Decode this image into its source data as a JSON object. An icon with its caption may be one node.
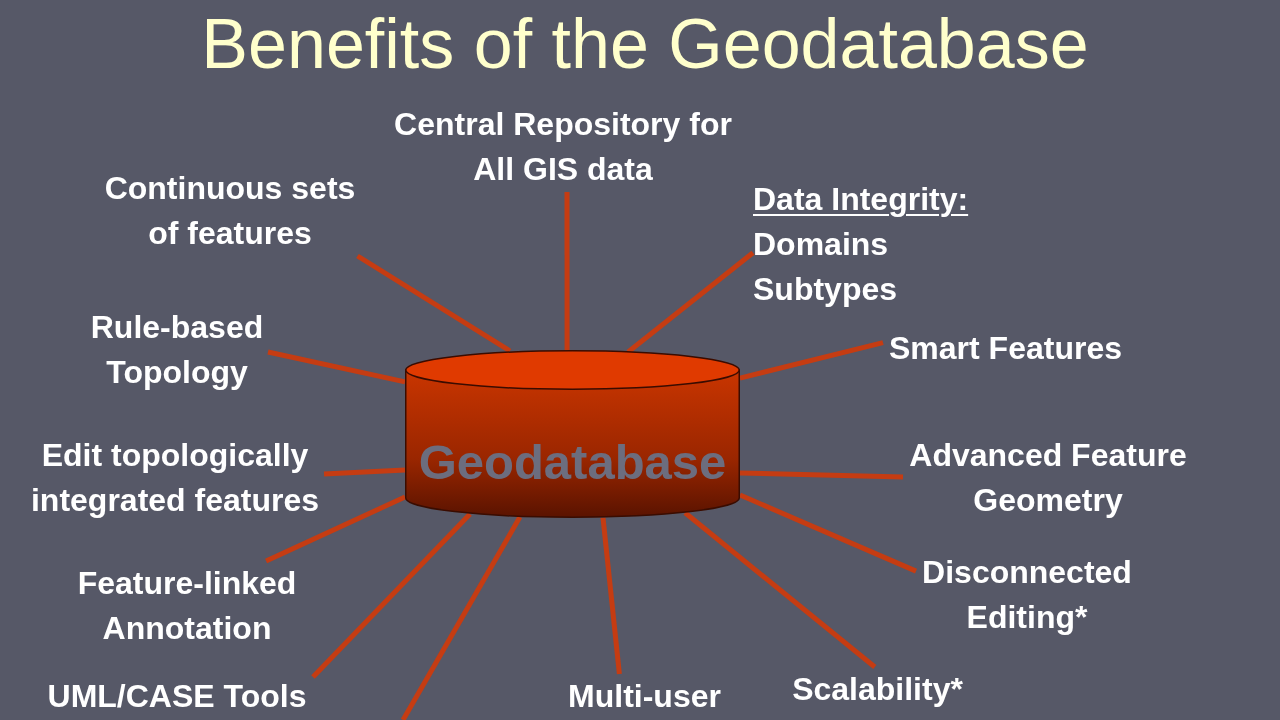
{
  "diagram": {
    "title": "Benefits of the Geodatabase",
    "nodes": [
      {
        "text": [
          "Central Repository for All GIS data"
        ]
      },
      {
        "text": [
          "Continuous sets of features"
        ]
      },
      {
        "text": [
          "Data Integrity:",
          "Domains",
          "Subtypes"
        ]
      },
      {
        "text": [
          "Rule-based Topology"
        ]
      },
      {
        "text": [
          "Smart Features"
        ]
      },
      {
        "text": [
          "Geodatabase"
        ]
      },
      {
        "text": [
          "Edit topologically integrated features"
        ]
      },
      {
        "text": [
          "Advanced Feature Geometry"
        ]
      },
      {
        "text": [
          "Disconnected Editing*"
        ]
      },
      {
        "text": [
          "Feature-linked Annotation"
        ]
      },
      {
        "text": [
          "Scalability*"
        ]
      },
      {
        "text": [
          "UML/CASE Tools"
        ]
      },
      {
        "text": [
          "Multi-user"
        ]
      }
    ],
    "edges": [
      {
        "from": 5,
        "to": 0,
        "arrow": "none"
      },
      {
        "from": 5,
        "to": 2,
        "arrow": "none"
      },
      {
        "from": 5,
        "to": 4,
        "arrow": "none"
      },
      {
        "from": 5,
        "to": 7,
        "arrow": "none"
      },
      {
        "from": 5,
        "to": 8,
        "arrow": "none"
      },
      {
        "from": 5,
        "to": 10,
        "arrow": "none"
      },
      {
        "from": 5,
        "to": 12,
        "arrow": "none"
      },
      {
        "from": 5,
        "to": null,
        "arrow": "none"
      },
      {
        "from": 5,
        "to": 11,
        "arrow": "none"
      },
      {
        "from": 5,
        "to": 9,
        "arrow": "none"
      },
      {
        "from": 5,
        "to": 6,
        "arrow": "none"
      },
      {
        "from": 5,
        "to": 3,
        "arrow": "none"
      },
      {
        "from": 5,
        "to": 1,
        "arrow": "none"
      }
    ]
  }
}
